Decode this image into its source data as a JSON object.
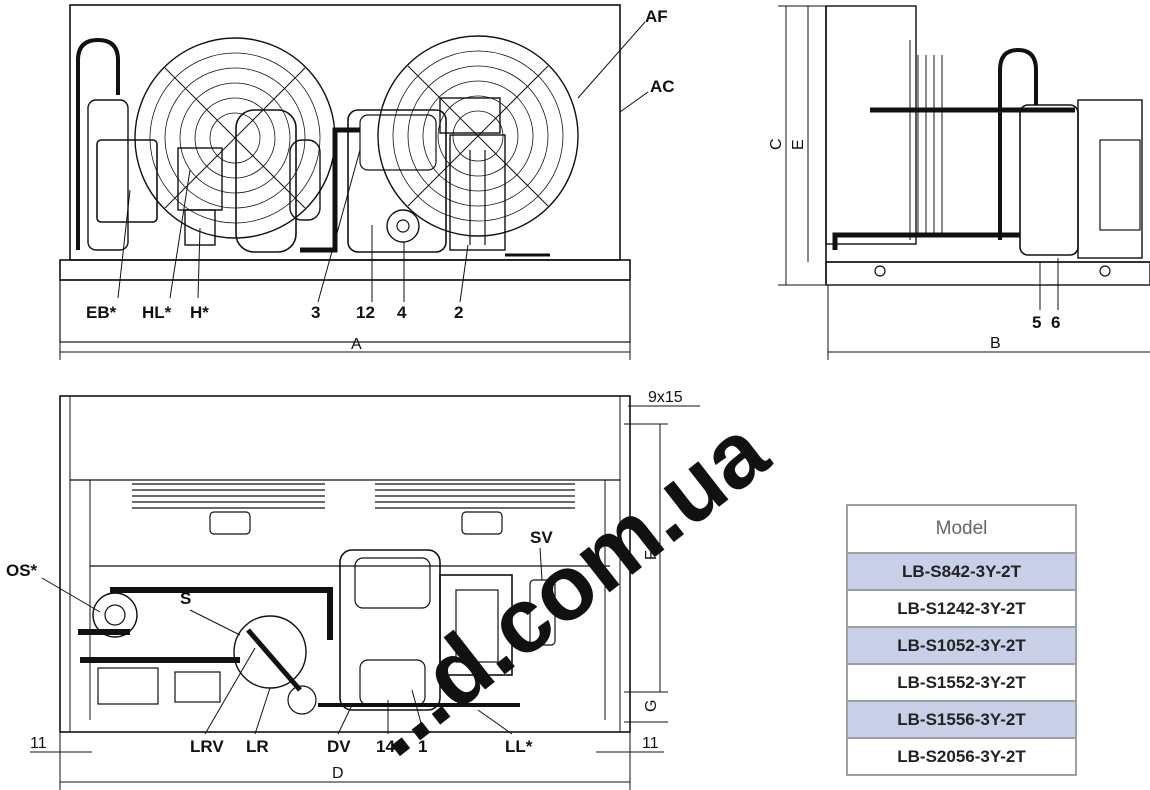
{
  "watermark": "...d.com.ua",
  "views": {
    "front": {
      "callouts": {
        "AF": "AF",
        "AC": "AC",
        "EB": "EB*",
        "HL": "HL*",
        "H": "H*",
        "n3": "3",
        "n12": "12",
        "n4": "4",
        "n2": "2"
      },
      "dim_A": "A"
    },
    "side": {
      "callouts": {
        "n5": "5",
        "n6": "6"
      },
      "dim_C": "C",
      "dim_E": "E",
      "dim_B": "B"
    },
    "top": {
      "callouts": {
        "OS": "OS*",
        "S": "S",
        "SV": "SV",
        "LRV": "LRV",
        "LR": "LR",
        "DV": "DV",
        "n14": "14",
        "n1": "1",
        "LL": "LL*"
      },
      "dim_9x15": "9x15",
      "dim_F": "F",
      "dim_G": "G",
      "dim_11_left": "11",
      "dim_11_right": "11",
      "dim_D": "D"
    }
  },
  "model_table": {
    "header": "Model",
    "rows": [
      "LB-S842-3Y-2T",
      "LB-S1242-3Y-2T",
      "LB-S1052-3Y-2T",
      "LB-S1552-3Y-2T",
      "LB-S1556-3Y-2T",
      "LB-S2056-3Y-2T"
    ]
  },
  "colors": {
    "line": "#111111",
    "table_border": "#9aa0a6",
    "table_shade": "#c9cfe6",
    "watermark": "#36dcd3"
  }
}
